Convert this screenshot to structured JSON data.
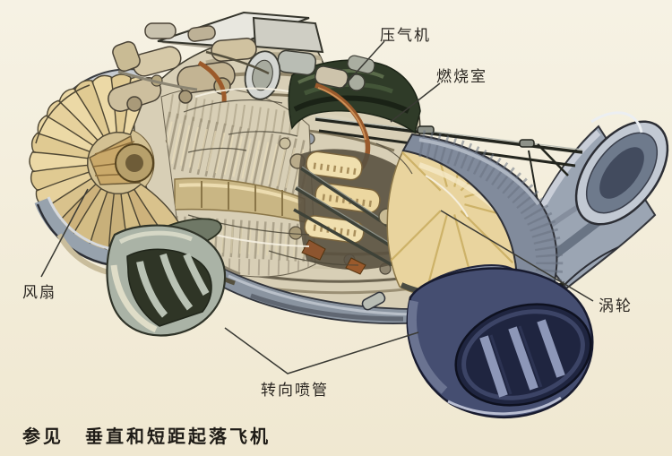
{
  "labels": {
    "compressor": "压气机",
    "combustion_chamber": "燃烧室",
    "fan": "风扇",
    "turbine": "涡轮",
    "vectoring_nozzle": "转向喷管"
  },
  "caption": {
    "prefix": "参见",
    "text": "垂直和短距起落飞机"
  },
  "colors": {
    "background": "#f4efde",
    "fan_blades": "#ecd9a6",
    "metal_light": "#c7ccd2",
    "metal_mid": "#97a2ad",
    "dark_nozzle": "#3c4566",
    "tan_fairing": "#ead7a4",
    "dark_green_cowl": "#2f3b28",
    "copper_pipe": "#9a5a2c",
    "ink": "#2b2a22"
  }
}
